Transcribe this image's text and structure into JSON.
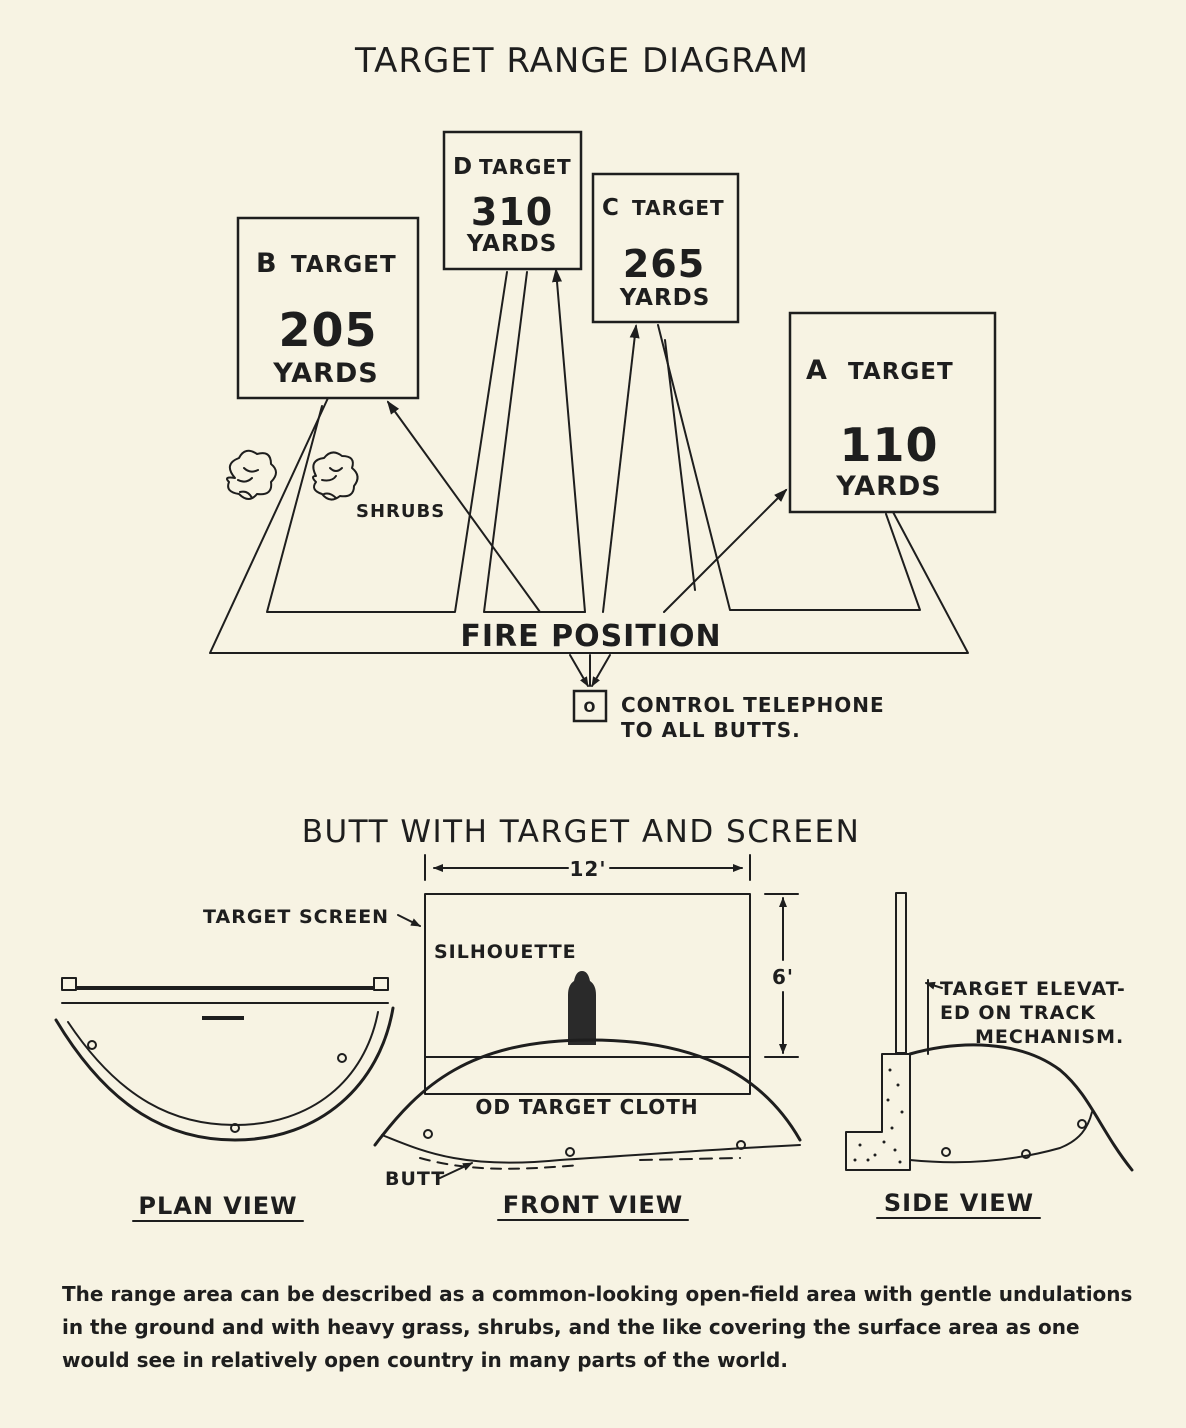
{
  "title": "TARGET RANGE DIAGRAM",
  "targets": [
    {
      "letter": "B",
      "word": "TARGET",
      "distance": "205",
      "unit": "YARDS"
    },
    {
      "letter": "D",
      "word": "TARGET",
      "distance": "310",
      "unit": "YARDS"
    },
    {
      "letter": "C",
      "word": "TARGET",
      "distance": "265",
      "unit": "YARDS"
    },
    {
      "letter": "A",
      "word": "TARGET",
      "distance": "110",
      "unit": "YARDS"
    }
  ],
  "shrubs_label": "SHRUBS",
  "fire_position": "FIRE POSITION",
  "telephone_symbol": "O",
  "telephone_label": [
    "CONTROL TELEPHONE",
    "TO ALL BUTTS."
  ],
  "butt_section": {
    "title": "BUTT WITH TARGET AND SCREEN",
    "width_dim": "12'",
    "height_dim": "6'",
    "target_screen": "TARGET SCREEN",
    "silhouette": "SILHOUETTE",
    "cloth": "OD TARGET CLOTH",
    "butt": "BUTT",
    "elevated": [
      "TARGET ELEVAT-",
      "ED ON TRACK",
      "MECHANISM."
    ],
    "views": [
      "PLAN VIEW",
      "FRONT VIEW",
      "SIDE VIEW"
    ]
  },
  "caption": "The range area can be described as a common-looking open-field area with gentle undulations in the ground and with heavy grass, shrubs, and the like covering the surface area as one would see in relatively open country in many parts of the world."
}
